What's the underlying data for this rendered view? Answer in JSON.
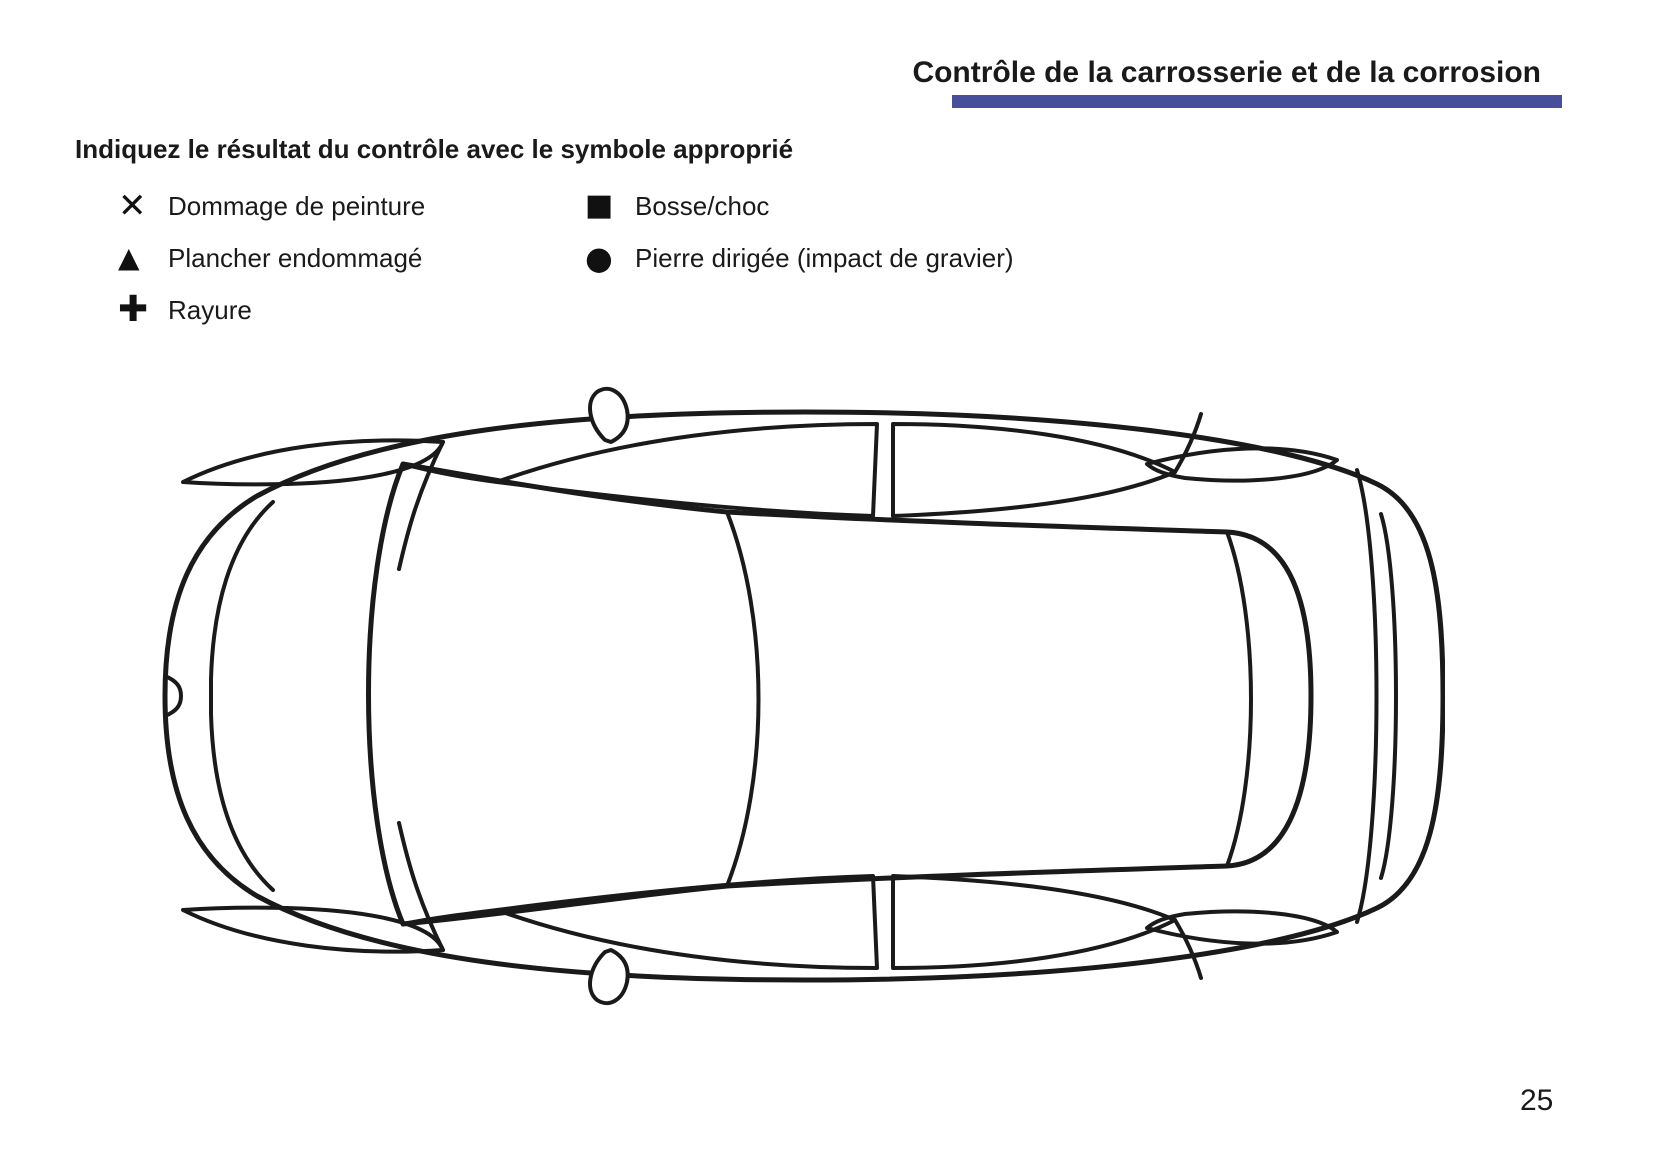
{
  "page": {
    "title": "Contrôle de la carrosserie et de la corrosion",
    "instruction": "Indiquez le résultat du contrôle avec le symbole approprié",
    "page_number": "25",
    "accent_color": "#474f9c",
    "line_color": "#1a1a1a"
  },
  "legend": {
    "columns": {
      "left": [
        {
          "icon": "x-mark-icon",
          "glyph": "✕",
          "label": "Dommage de peinture"
        },
        {
          "icon": "triangle-icon",
          "glyph": "▲",
          "label": "Plancher endommagé"
        },
        {
          "icon": "plus-icon",
          "glyph": "✚",
          "label": "Rayure"
        }
      ],
      "right": [
        {
          "icon": "square-icon",
          "glyph": "■",
          "label": "Bosse/choc"
        },
        {
          "icon": "circle-icon",
          "glyph": "●",
          "label": "Pierre dirigée (impact de gravier)"
        }
      ]
    }
  },
  "diagram": {
    "name": "car-top-view-outline"
  }
}
